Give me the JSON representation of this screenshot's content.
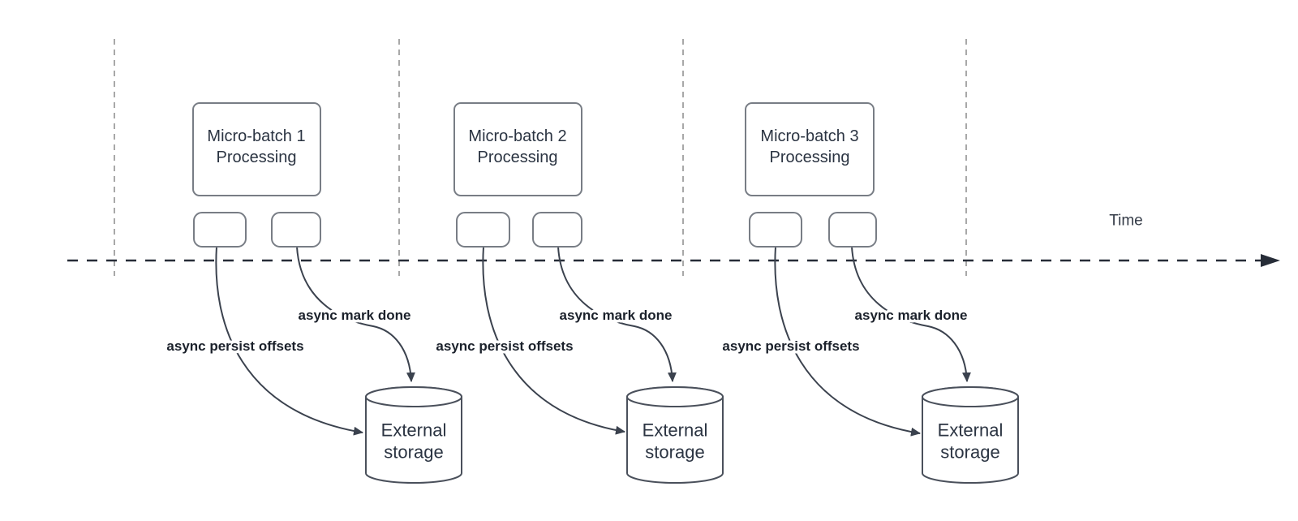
{
  "diagram": {
    "time_axis_label": "Time",
    "batches": [
      {
        "process_label_line1": "Micro-batch 1",
        "process_label_line2": "Processing",
        "persist_arrow_label": "async persist offsets",
        "mark_done_arrow_label": "async mark done",
        "storage_label_line1": "External",
        "storage_label_line2": "storage"
      },
      {
        "process_label_line1": "Micro-batch 2",
        "process_label_line2": "Processing",
        "persist_arrow_label": "async persist offsets",
        "mark_done_arrow_label": "async mark done",
        "storage_label_line1": "External",
        "storage_label_line2": "storage"
      },
      {
        "process_label_line1": "Micro-batch 3",
        "process_label_line2": "Processing",
        "persist_arrow_label": "async persist offsets",
        "mark_done_arrow_label": "async mark done",
        "storage_label_line1": "External",
        "storage_label_line2": "storage"
      }
    ],
    "colors": {
      "background": "#ffffff",
      "box_border": "#787d85",
      "cylinder_border": "#4a505b",
      "connector_stroke": "#3b424e",
      "timeline_stroke": "#272d38",
      "lane_divider_stroke": "#a8a8a8",
      "box_text": "#2b3442",
      "edge_label_text": "#1b212b"
    }
  }
}
